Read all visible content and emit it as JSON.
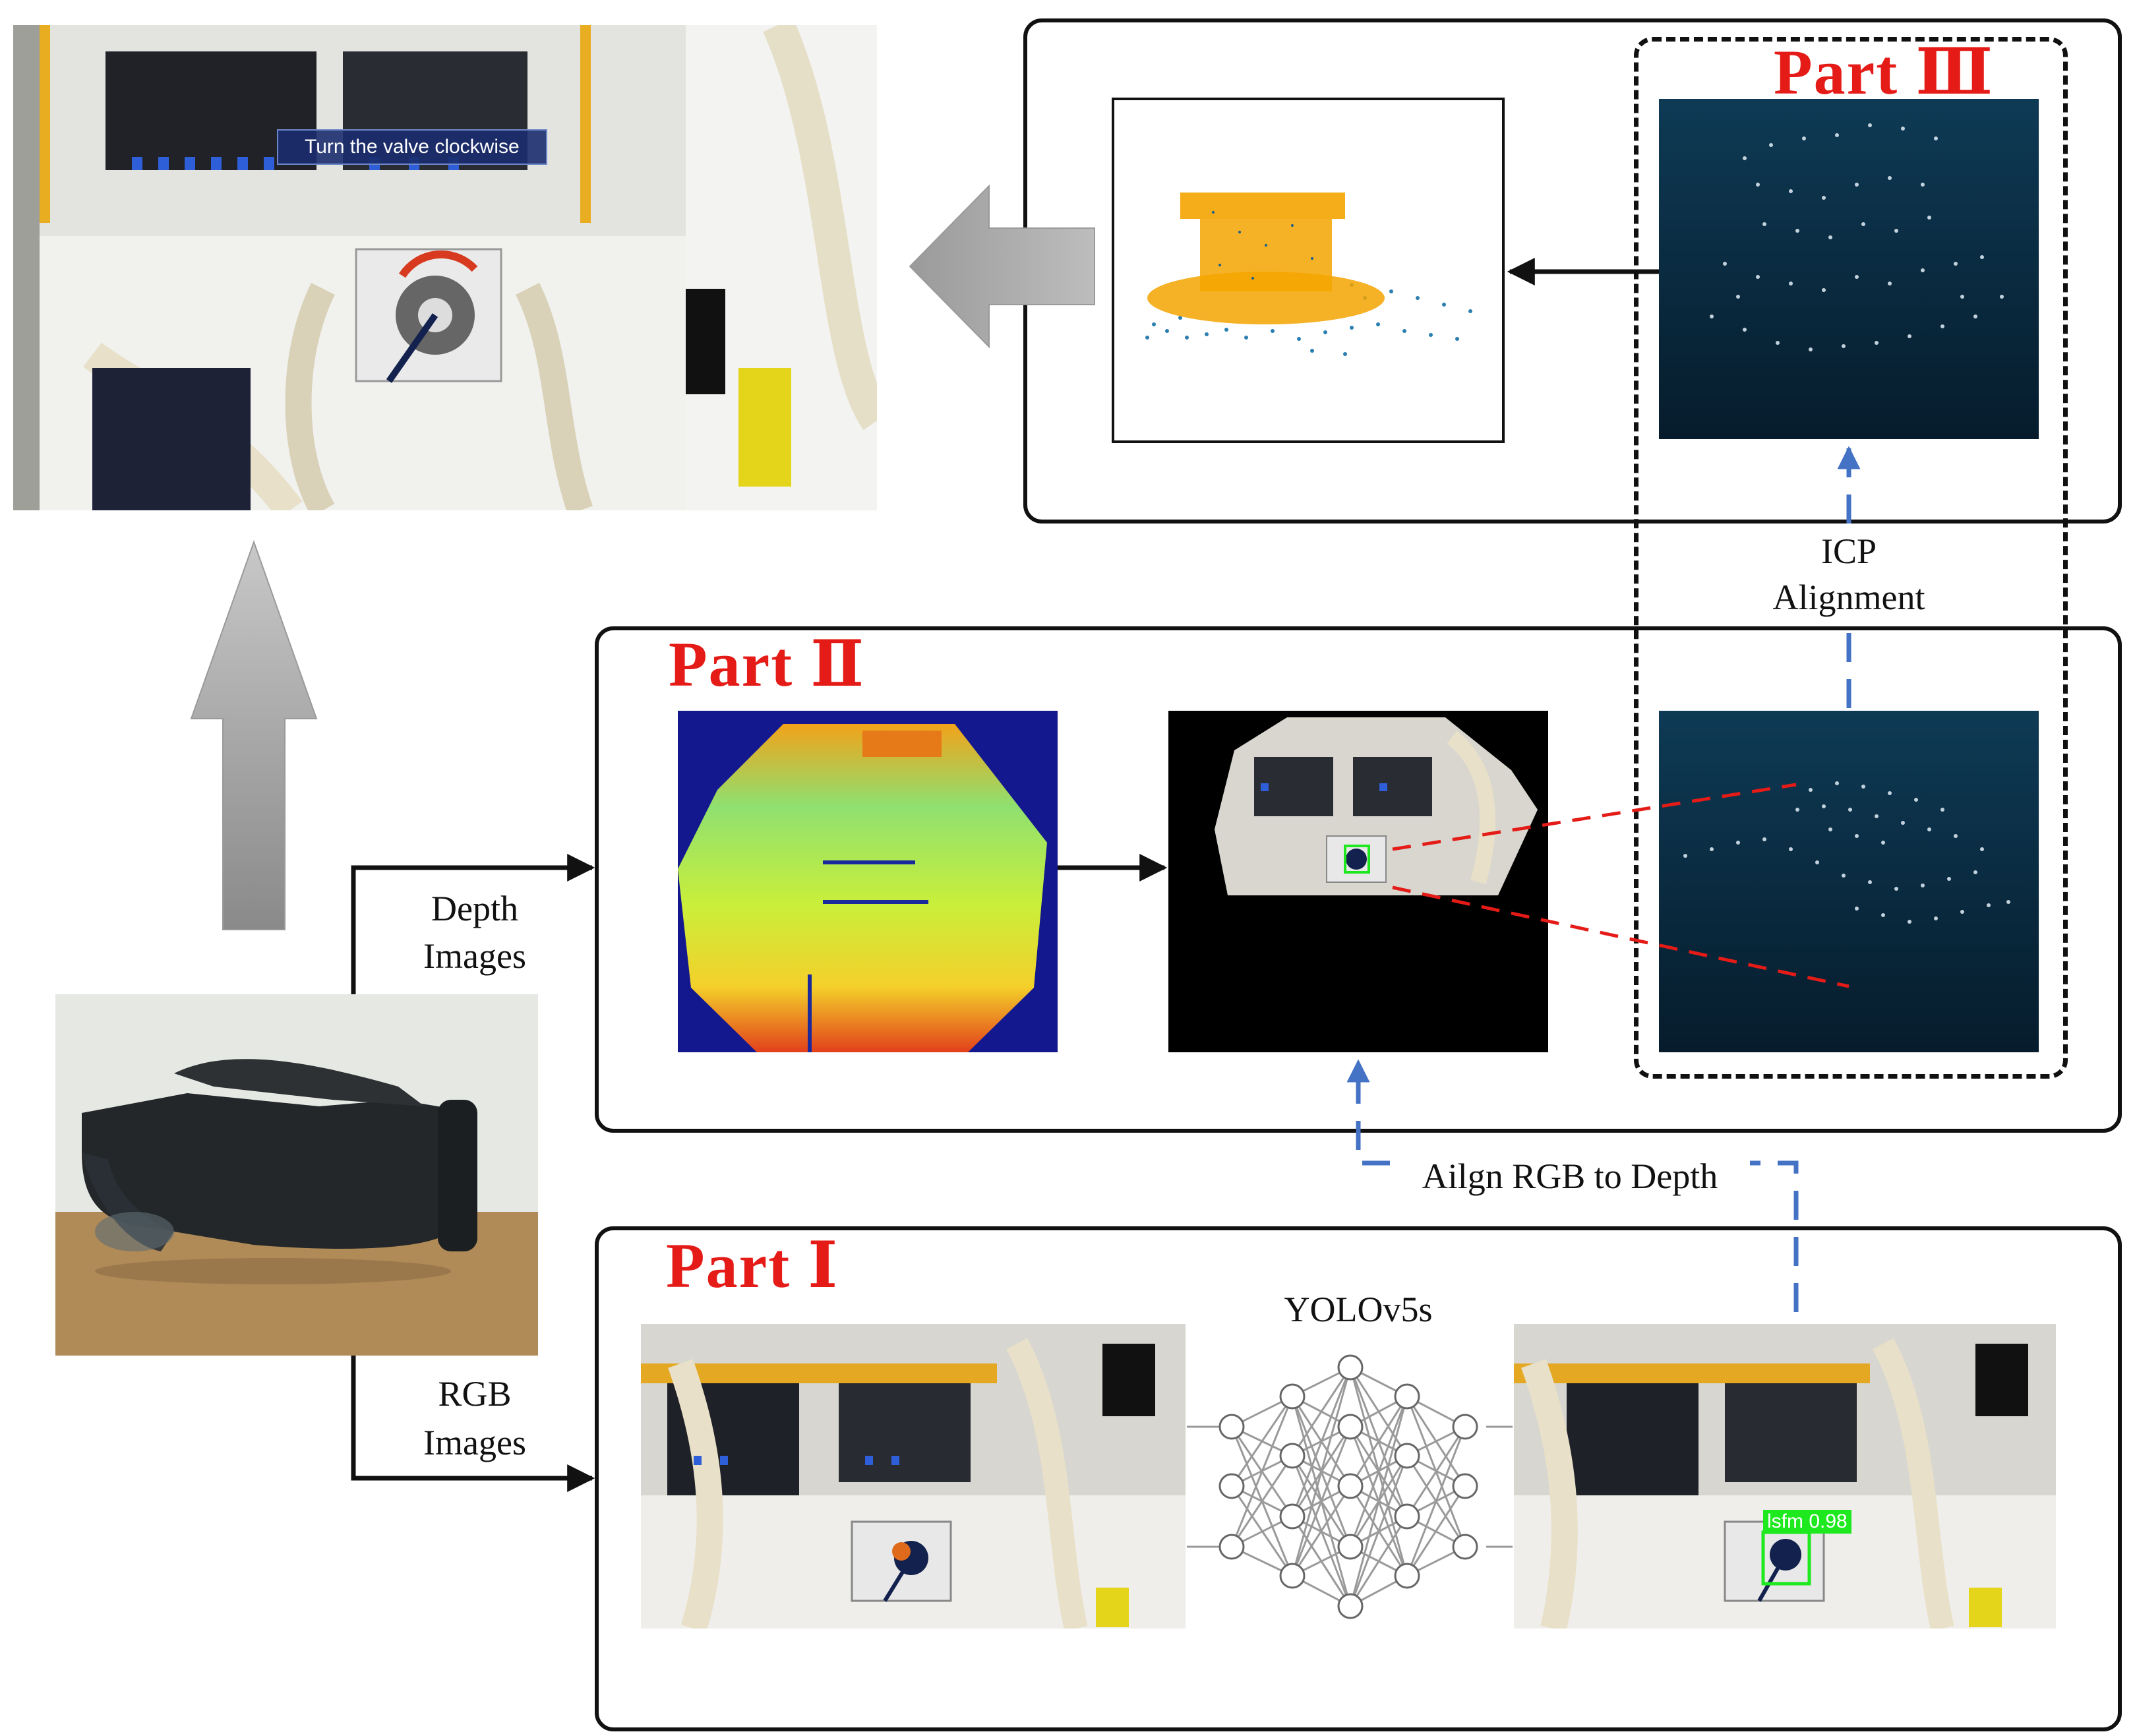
{
  "ar_view": {
    "instruction": "Turn the valve clockwise"
  },
  "part3": {
    "title": "Part Ⅲ"
  },
  "part2": {
    "title": "Part Ⅱ"
  },
  "part1": {
    "title": "Part Ⅰ"
  },
  "labels": {
    "icp": "ICP",
    "alignment": "Alignment",
    "depth_line1": "Depth",
    "depth_line2": "Images",
    "rgb_line1": "RGB",
    "rgb_line2": "Images",
    "align_rgb_depth": "Ailgn RGB to Depth",
    "yolo": "YOLOv5s"
  },
  "detection": {
    "class": "lsfm",
    "score": "0.98"
  },
  "colors": {
    "part_title": "#e41b17",
    "dashed_blue": "#4472c4",
    "dashed_red": "#e41b17",
    "detection_box": "#1ee81e",
    "pointcloud_bg": "#0e3a55",
    "target_cloud": "#f4a400",
    "scene_cloud": "#2b7fb0"
  }
}
